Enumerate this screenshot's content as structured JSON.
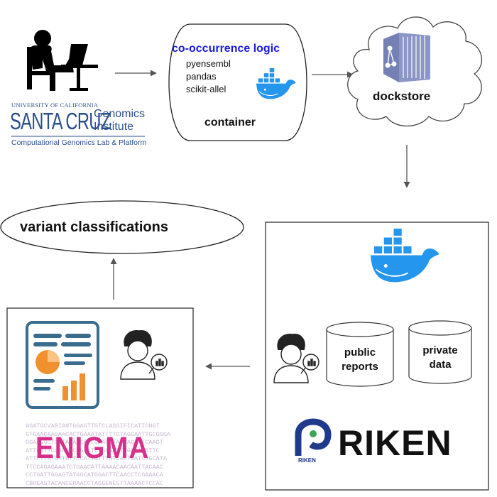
{
  "ucsc": {
    "line1": "UNIVERSITY OF CALIFORNIA",
    "main": "SANTA CRUZ",
    "genomics": "Genomics",
    "institute": "Institute",
    "subtitle": "Computational Genomics Lab & Platform"
  },
  "container_box": {
    "title": "co-occurrence logic",
    "libraries": [
      "pyensembl",
      "pandas",
      "scikit-allel"
    ],
    "label": "container"
  },
  "dockstore": {
    "label": "dockstore"
  },
  "variant": {
    "label": "variant classifications"
  },
  "riken_box": {
    "cylinder_public": [
      "public",
      "reports"
    ],
    "cylinder_private": [
      "private",
      "data"
    ],
    "logo_small": "RIKEN",
    "logo_word": "RIKEN"
  },
  "enigma": {
    "seq_lines": [
      "AGATGCVARIANTGGAGTTGTCLASSIFICATIONGT",
      "GTGAACAAGAACACTGAAATATTTTCTAGGAATTGCGGGA",
      "GGAAGGCTCTTACAACATCGAAGGTAATAGATTCAAGT",
      "ATTCATTCCAGGTCAGAATCTAGGATTTGGAACATTC",
      "ATTCTTATGCTGTTCCATTGTTTATCAATGATCAGCATA",
      "TTCCAGAGAAATCTGAACATTAAAACAACAATTACAAC",
      "CCTGATTGGAGTATAGCATGGACTTCAACCTCGAAACA",
      "CBREASTACANCERAACCTAGGENESTTAAAACTCCAC"
    ],
    "word": "ENIGMA"
  },
  "colors": {
    "docker_blue": "#2496ed",
    "ucsc_blue": "#2a4f8f",
    "co_title_blue": "#1a1ae6",
    "enigma_pink": "#d6308a",
    "report_orange": "#f0912e",
    "report_frame": "#3a6c8e",
    "riken_navy": "#1f3a8a"
  }
}
